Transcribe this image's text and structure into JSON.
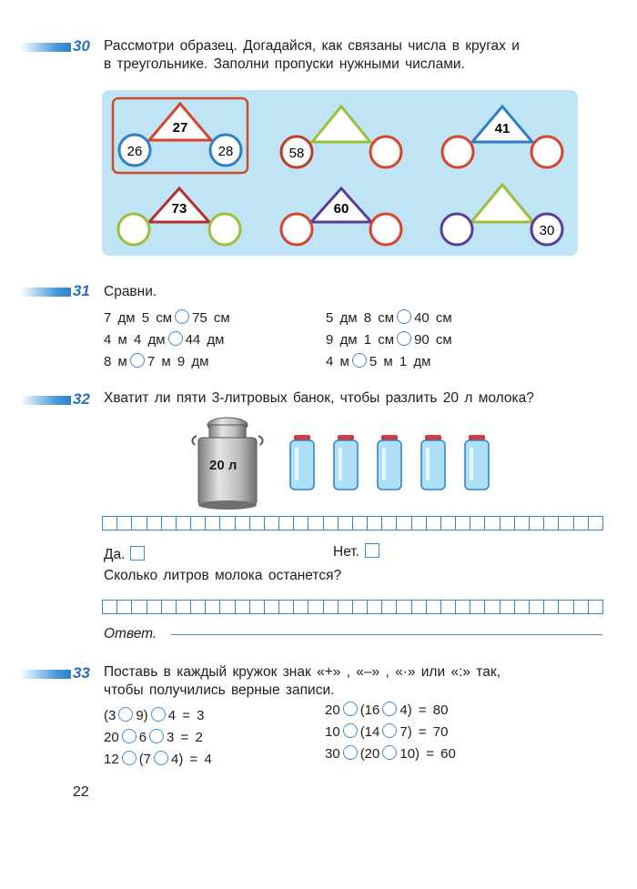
{
  "task30": {
    "number": "30",
    "text_line1": "Рассмотри образец. Догадайся, как связаны числа в кругах и",
    "text_line2": "в треугольнике. Заполни пропуски нужными числами.",
    "puzzles": [
      {
        "triangle": "27",
        "left": "26",
        "right": "28",
        "highlighted": true
      },
      {
        "triangle": "",
        "left": "58",
        "right": ""
      },
      {
        "triangle": "41",
        "left": "",
        "right": ""
      },
      {
        "triangle": "73",
        "left": "",
        "right": ""
      },
      {
        "triangle": "60",
        "left": "",
        "right": ""
      },
      {
        "triangle": "",
        "left": "",
        "right": "30"
      }
    ]
  },
  "task31": {
    "number": "31",
    "title": "Сравни.",
    "left_col": [
      {
        "a": "7 дм 5 см",
        "b": "75 см"
      },
      {
        "a": "4 м 4 дм",
        "b": "44 дм"
      },
      {
        "a": "8 м",
        "b": "7 м 9 дм"
      }
    ],
    "right_col": [
      {
        "a": "5 дм 8 см",
        "b": "40 см"
      },
      {
        "a": "9 дм 1 см",
        "b": "90 см"
      },
      {
        "a": "4 м",
        "b": "5 м 1 дм"
      }
    ]
  },
  "task32": {
    "number": "32",
    "text": "Хватит ли пяти 3-литровых банок, чтобы разлить 20 л молока?",
    "can_label": "20 л",
    "yes_label": "Да.",
    "no_label": "Нет.",
    "question": "Сколько литров молока останется?",
    "answer_label": "Ответ."
  },
  "task33": {
    "number": "33",
    "text_line1": "Поставь в каждый кружок знак «+» , «–» , «·» или «:» так,",
    "text_line2": "чтобы получились верные записи.",
    "left_col": [
      {
        "p1": "(3",
        "p2": "9)",
        "p3": "4 = 3"
      },
      {
        "p1": "20",
        "p2": "6",
        "p3": "3 = 2"
      },
      {
        "p1": "12",
        "p2": "(7",
        "p3": "4) = 4"
      }
    ],
    "right_col": [
      {
        "p1": "20",
        "p2": "(16",
        "p3": "4) = 80"
      },
      {
        "p1": "10",
        "p2": "(14",
        "p3": "7) = 70"
      },
      {
        "p1": "30",
        "p2": "(20",
        "p3": "10) = 60"
      }
    ]
  },
  "page_number": "22",
  "colors": {
    "accent": "#2a6fb5",
    "panel": "#bfe4f5",
    "red": "#d8432b",
    "violet": "#5a3d9a",
    "green": "#9bbf3a"
  }
}
